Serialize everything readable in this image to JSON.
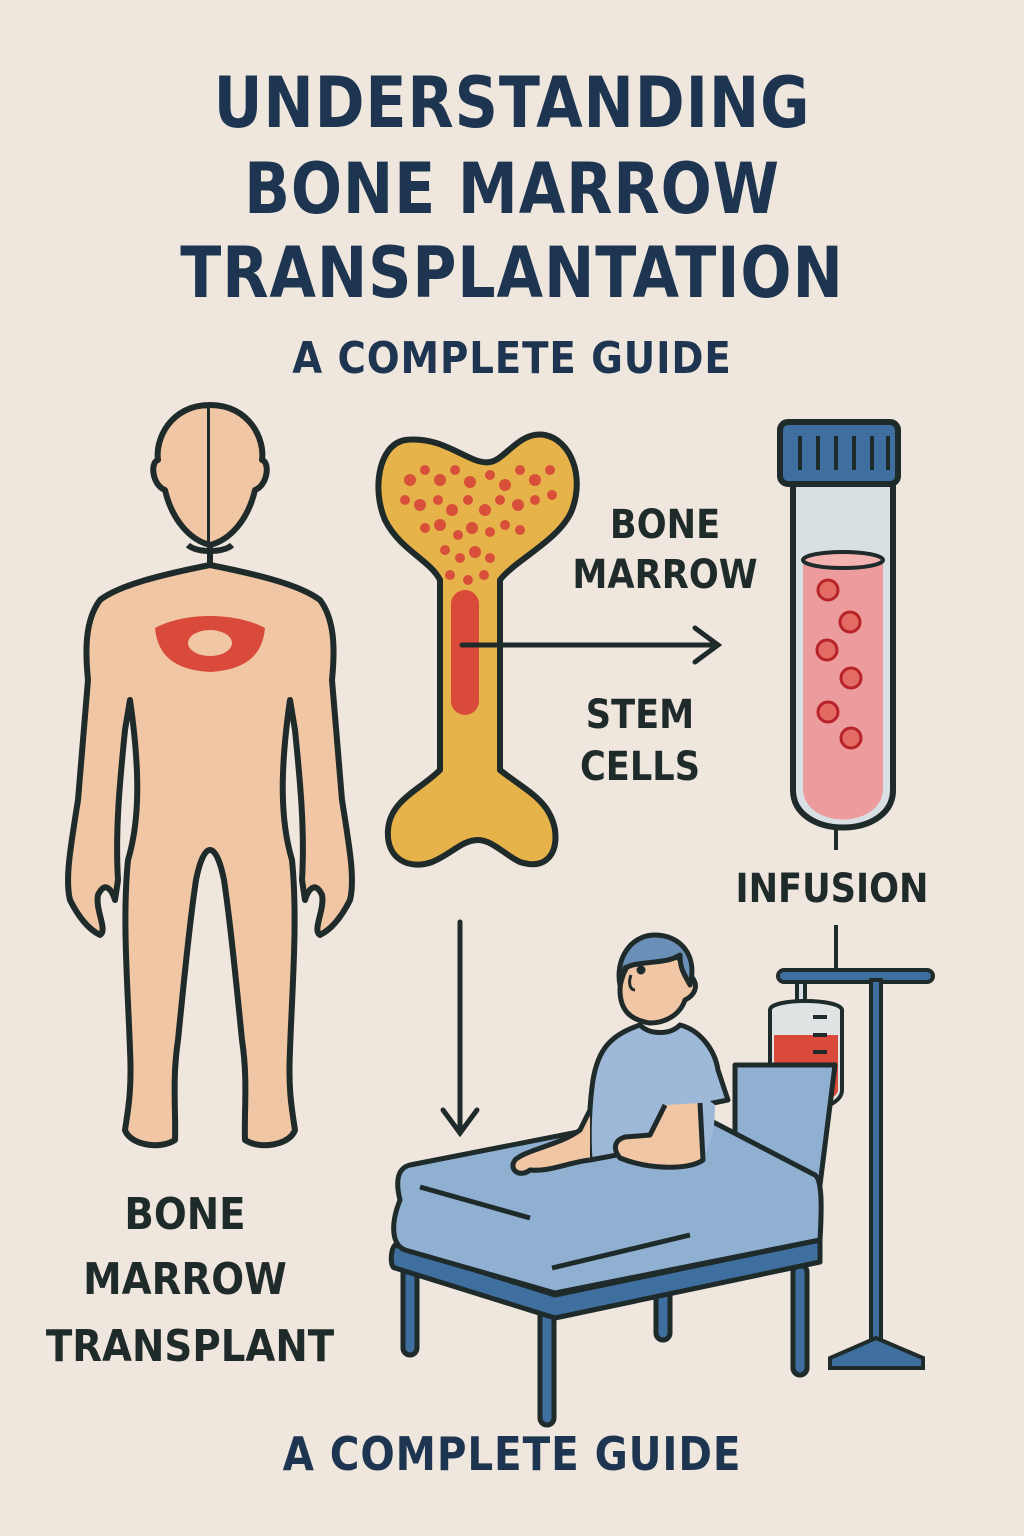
{
  "header": {
    "title_line1": "UNDERSTANDING",
    "title_line2": "BONE MARROW",
    "title_line3": "TRANSPLANTATION",
    "subtitle": "A COMPLETE GUIDE"
  },
  "labels": {
    "bone_marrow_line1": "BONE",
    "bone_marrow_line2": "MARROW",
    "stem_cells_line1": "STEM",
    "stem_cells_line2": "CELLS",
    "infusion": "INFUSION",
    "bmt_line1": "BONE",
    "bmt_line2": "MARROW",
    "bmt_line3": "TRANSPLANT"
  },
  "footer": {
    "subtitle": "A COMPLETE GUIDE"
  },
  "colors": {
    "background": "#efe6dd",
    "title": "#1d3550",
    "skin": "#f0c6a4",
    "marrow_red": "#d94a3a",
    "bone_yellow": "#e6b24a",
    "bed_blue": "#8fb0d1",
    "frame_blue": "#3f6f9c"
  }
}
